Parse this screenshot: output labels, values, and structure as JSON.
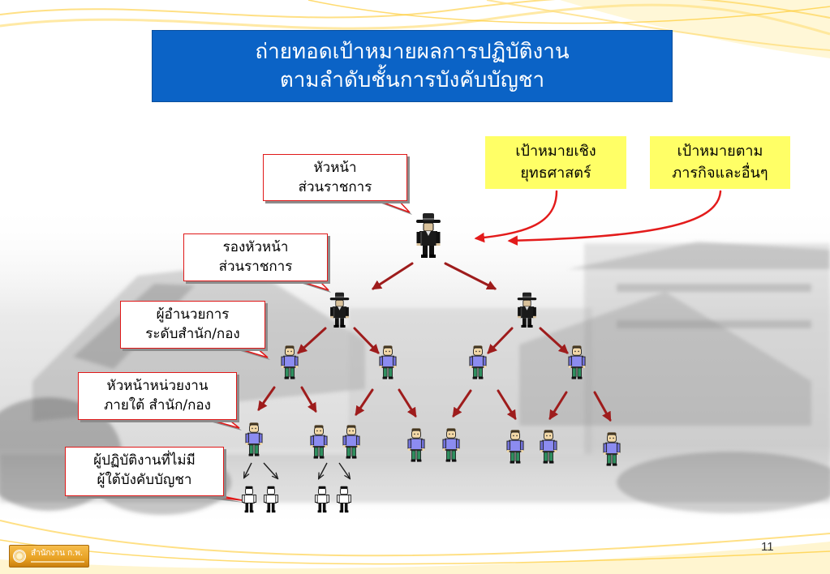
{
  "title": {
    "lines": [
      "ถ่ายทอดเป้าหมายผลการปฏิบัติงาน",
      "ตามลำดับชั้นการบังคับบัญชา"
    ]
  },
  "goal_boxes": [
    {
      "lines": [
        "เป้าหมายเชิง",
        "ยุทธศาสตร์"
      ]
    },
    {
      "lines": [
        "เป้าหมายตาม",
        "ภารกิจและอื่นๆ"
      ]
    }
  ],
  "level_callouts": [
    {
      "lines": [
        "หัวหน้า",
        "ส่วนราชการ"
      ]
    },
    {
      "lines": [
        "รองหัวหน้า",
        "ส่วนราชการ"
      ]
    },
    {
      "lines": [
        "ผู้อำนวยการ",
        "ระดับสำนัก/กอง"
      ]
    },
    {
      "lines": [
        "หัวหน้าหน่วยงาน",
        "ภายใต้ สำนัก/กอง"
      ]
    },
    {
      "lines": [
        "ผู้ปฏิบัติงานที่ไม่มี",
        "ผู้ใต้บังคับบัญชา"
      ]
    }
  ],
  "footer": {
    "page_number": "11",
    "logo_text": "สำนักงาน ก.พ."
  },
  "icons": {
    "head_of_agency": "executive-person-icon",
    "deputy_head": "executive-person-icon",
    "director": "staff-person-icon",
    "unit_head": "staff-person-icon",
    "operational_staff": "operator-person-icon",
    "logo": "ocsc-emblem-icon"
  },
  "colors": {
    "title_background": "#0B63C6",
    "title_text": "#FFFFFF",
    "goal_box_background": "#FFFF66",
    "callout_border": "#E01818",
    "goal_arrow": "#E31B1B",
    "hierarchy_arrow": "#9E1C1C",
    "logo_background": "#E8A224"
  }
}
